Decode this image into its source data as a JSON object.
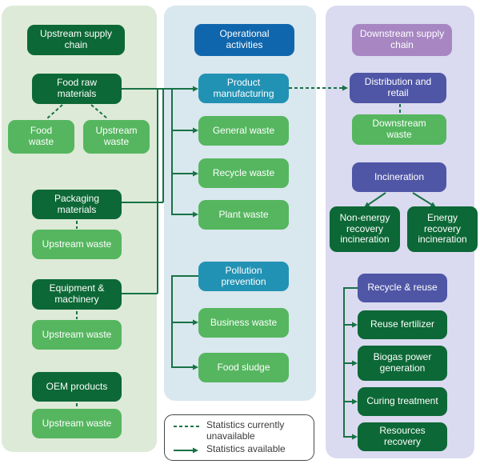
{
  "colors": {
    "dark_green": "#0c6836",
    "mid_green": "#55b65f",
    "teal": "#2292b4",
    "blue": "#1066ad",
    "indigo": "#4f56a6",
    "lavender": "#a786c2",
    "line_green": "#177245",
    "panel_green": "#ddead7",
    "panel_blue": "#d9e7ee",
    "panel_purple": "#dadaf0",
    "legend_border": "#44484a",
    "text_dark": "#3b3b3b",
    "box_text": "#ffffff"
  },
  "nodes": {
    "upstream_header": "Upstream supply chain",
    "food_raw": "Food raw materials",
    "food_waste": "Food waste",
    "upstream_waste_a": "Upstream waste",
    "packaging": "Packaging materials",
    "upstream_waste_b": "Upstream waste",
    "equipment": "Equipment & machinery",
    "upstream_waste_c": "Upstream waste",
    "oem": "OEM products",
    "upstream_waste_d": "Upstream waste",
    "operational_header": "Operational activities",
    "product_manufacturing": "Product manufacturing",
    "general_waste": "General waste",
    "recycle_waste": "Recycle waste",
    "plant_waste": "Plant waste",
    "pollution": "Pollution prevention",
    "business_waste": "Business waste",
    "food_sludge": "Food sludge",
    "downstream_header": "Downstream supply chain",
    "distribution": "Distribution and retail",
    "downstream_waste": "Downstream waste",
    "incineration": "Incineration",
    "non_energy": "Non-energy recovery incineration",
    "energy": "Energy recovery incineration",
    "recycle_reuse": "Recycle & reuse",
    "reuse_fertilizer": "Reuse fertilizer",
    "biogas": "Biogas power generation",
    "curing": "Curing treatment",
    "resources": "Resources recovery"
  },
  "legend": {
    "unavailable": "Statistics currently unavailable",
    "available": "Statistics available"
  }
}
